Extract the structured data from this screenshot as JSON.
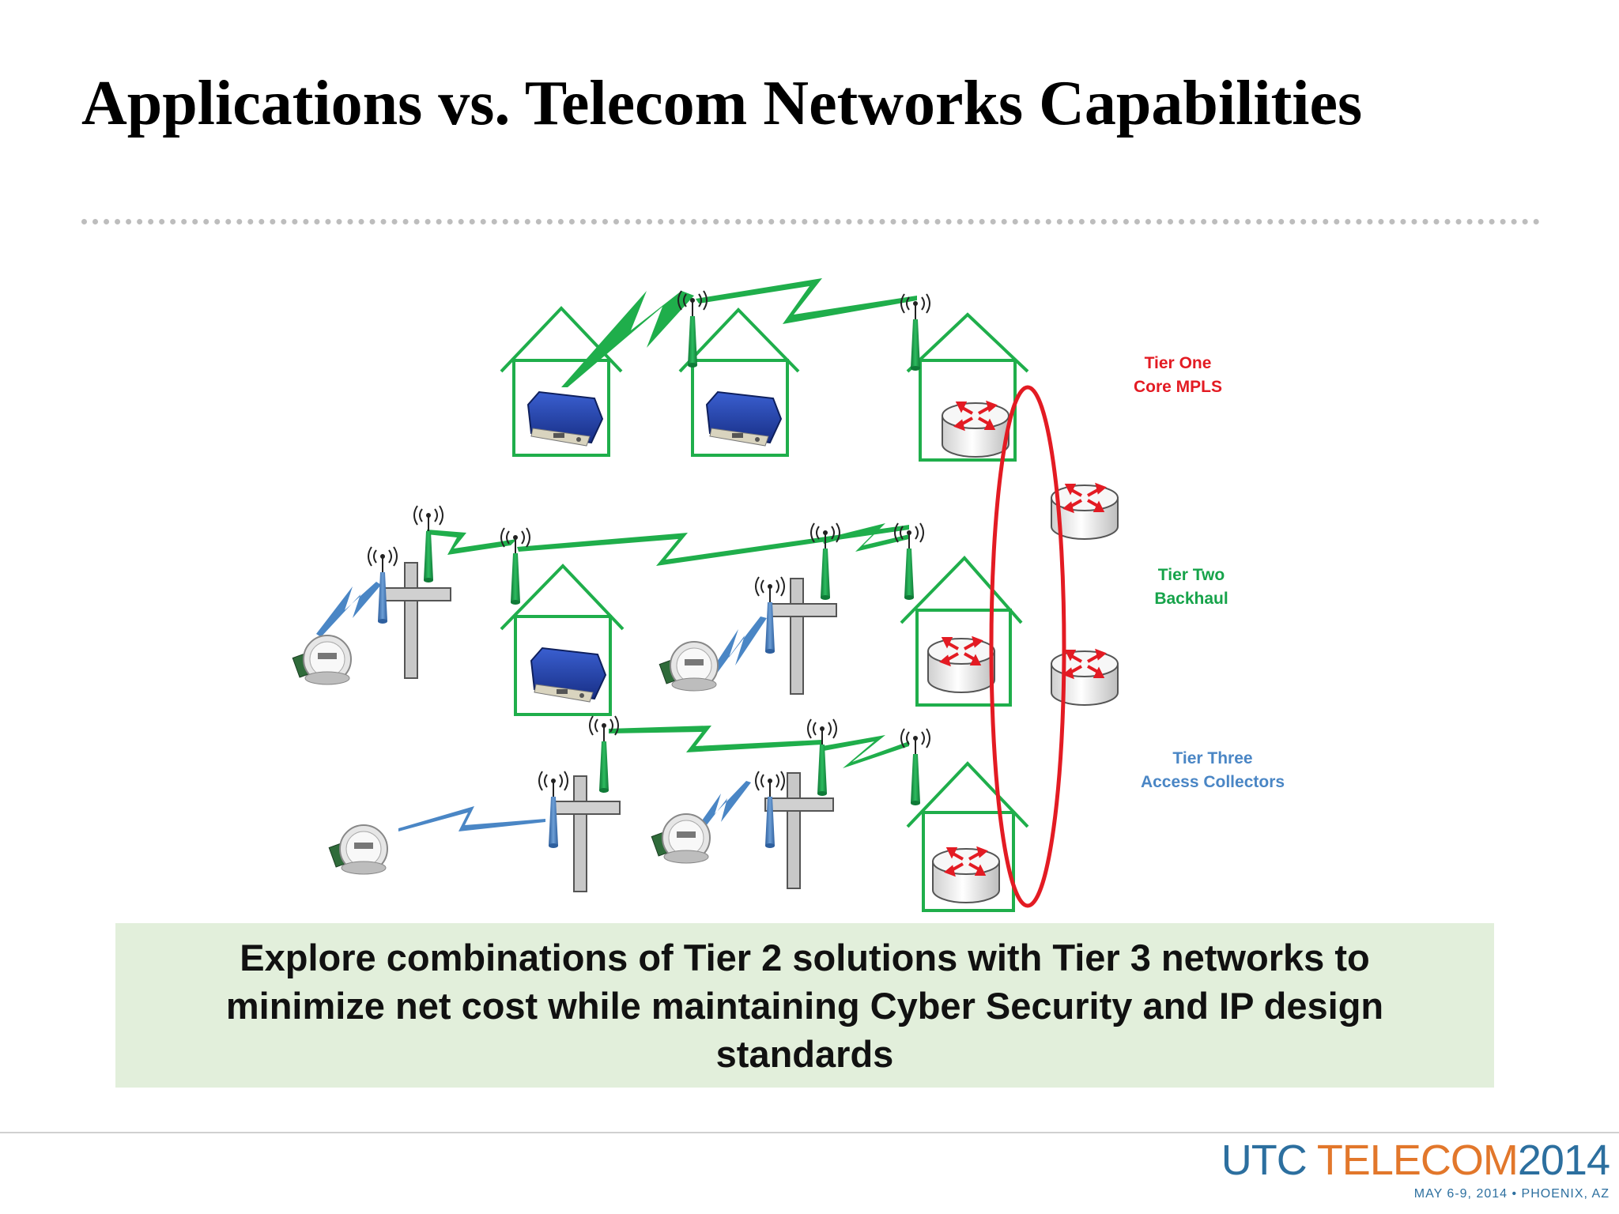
{
  "slide": {
    "title": "Applications vs. Telecom Networks Capabilities",
    "callout": "Explore combinations of Tier 2 solutions with Tier 3 networks to minimize net cost while maintaining Cyber Security and IP design standards"
  },
  "diagram": {
    "tiers": [
      {
        "line1": "Tier One",
        "line2": "Core MPLS",
        "color": "#e31b23"
      },
      {
        "line1": "Tier Two",
        "line2": "Backhaul",
        "color": "#16a34a"
      },
      {
        "line1": "Tier Three",
        "line2": "Access Collectors",
        "color": "#4a86c5"
      }
    ],
    "colors": {
      "house": "#1fae4b",
      "backhaul_link": "#1fae4b",
      "access_link": "#4a86c5",
      "core_ring": "#e31b23",
      "router_arrows": "#e31b23",
      "pole": "#c8c8c8",
      "modem": "#1f3fa0"
    }
  },
  "footer": {
    "logo_utc": "UTC",
    "logo_telecom": "TELECOM",
    "logo_year": "2014",
    "logo_tagline": "MAY 6-9, 2014  •  PHOENIX, AZ"
  }
}
